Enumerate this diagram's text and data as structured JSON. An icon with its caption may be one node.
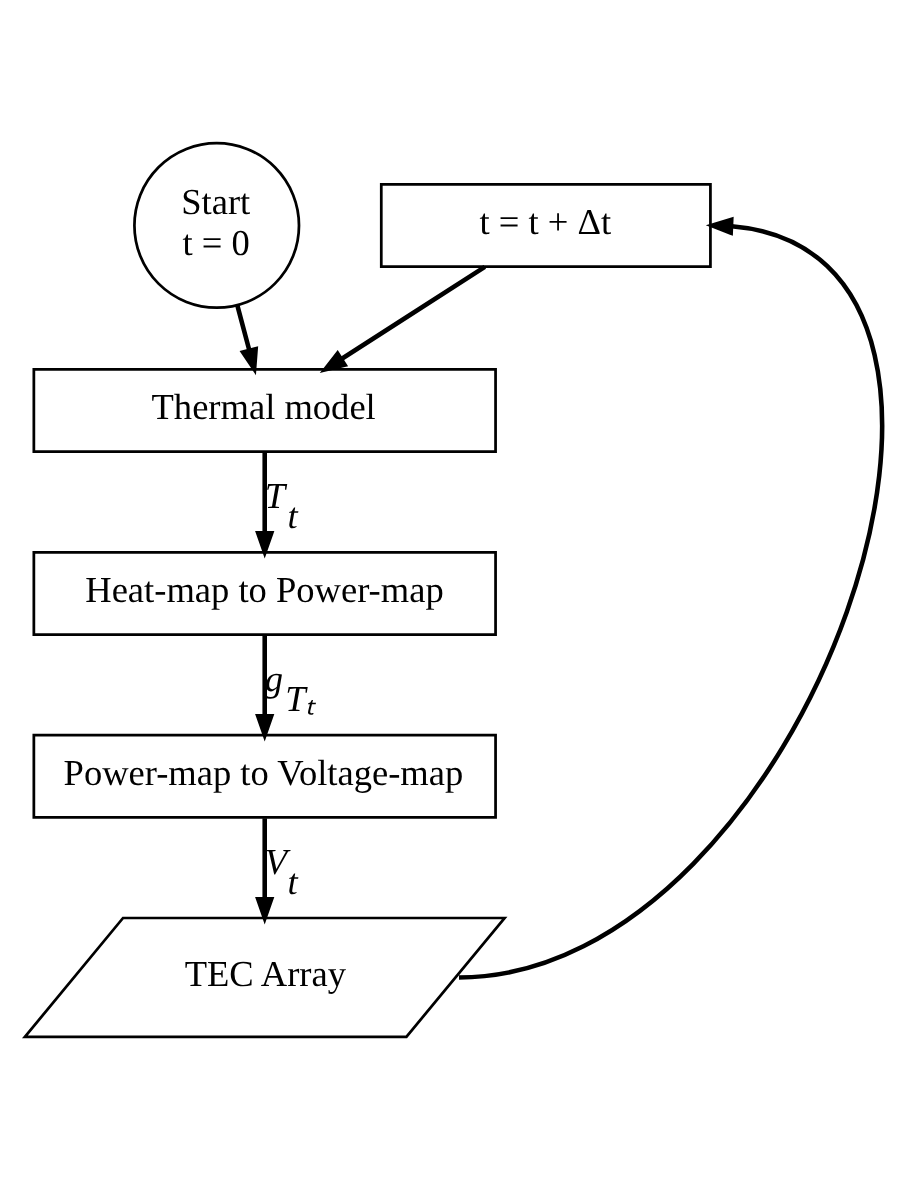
{
  "diagram": {
    "nodes": [
      {
        "text": [
          "Start",
          "t = 0"
        ]
      },
      {
        "text": [
          "t = t + Δt"
        ]
      },
      {
        "text": [
          "Thermal model"
        ]
      },
      {
        "text": [
          "Heat-map to Power-map"
        ]
      },
      {
        "text": [
          "Power-map to Voltage-map"
        ]
      },
      {
        "text": [
          "TEC Array"
        ]
      }
    ],
    "edges": [
      {
        "from": 0,
        "to": 2,
        "arrow": "to"
      },
      {
        "from": 1,
        "to": 2,
        "arrow": "to"
      },
      {
        "from": 2,
        "to": 3,
        "arrow": "to",
        "label": "T$_{t}$"
      },
      {
        "from": 3,
        "to": 4,
        "arrow": "to",
        "label": "g$_{Tₜ}$"
      },
      {
        "from": 4,
        "to": 5,
        "arrow": "to",
        "label": "V$_{t}$"
      },
      {
        "from": 5,
        "to": 1,
        "arrow": "to"
      }
    ]
  }
}
